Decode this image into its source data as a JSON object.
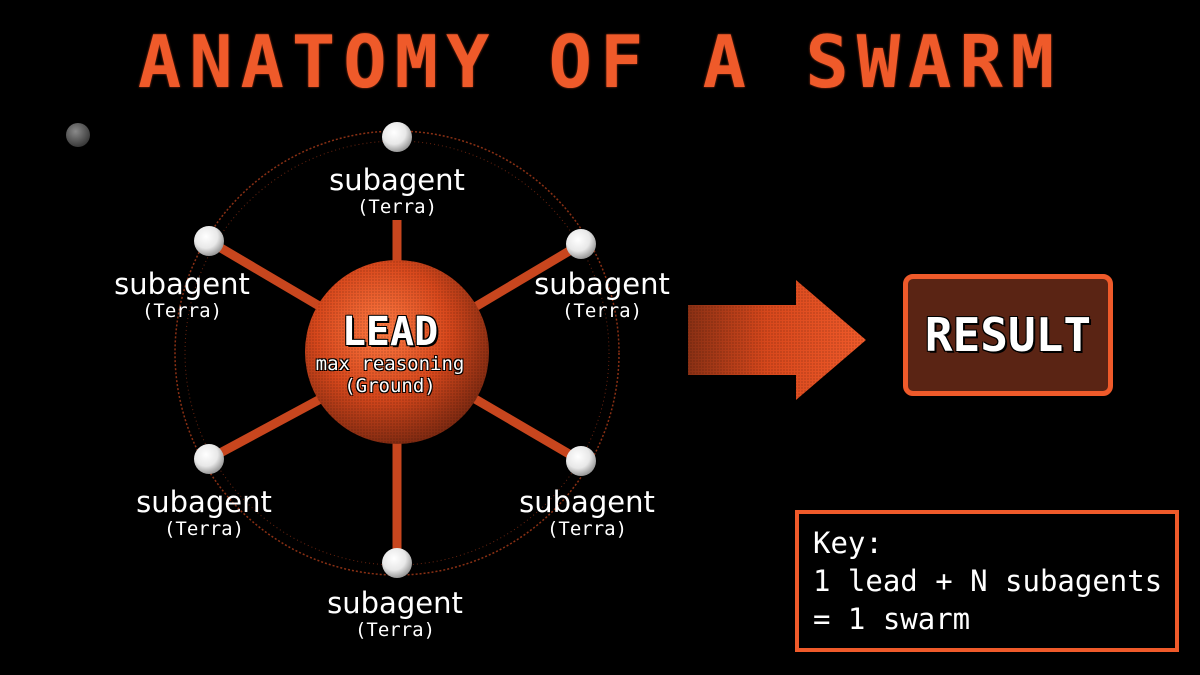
{
  "title": "ANATOMY OF A SWARM",
  "lead": {
    "label": "LEAD",
    "line1": "max reasoning",
    "line2": "(Ground)"
  },
  "subagents": [
    {
      "label": "subagent",
      "model": "(Terra)"
    },
    {
      "label": "subagent",
      "model": "(Terra)"
    },
    {
      "label": "subagent",
      "model": "(Terra)"
    },
    {
      "label": "subagent",
      "model": "(Terra)"
    },
    {
      "label": "subagent",
      "model": "(Terra)"
    },
    {
      "label": "subagent",
      "model": "(Terra)"
    }
  ],
  "result": {
    "label": "RESULT"
  },
  "key": {
    "line1": "Key:",
    "line2": "1 lead + N subagents",
    "line3": "= 1 swarm"
  },
  "colors": {
    "accent": "#ef5a2a",
    "background": "#000000",
    "result_fill": "#5a2414",
    "text": "#ffffff"
  }
}
